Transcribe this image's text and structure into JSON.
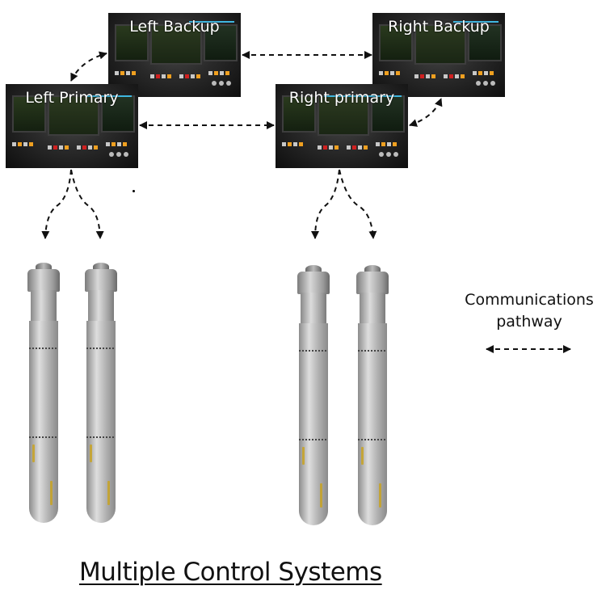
{
  "diagram": {
    "title": "Multiple Control Systems",
    "control_panels": [
      {
        "id": "left-backup",
        "label": "Left Backup"
      },
      {
        "id": "left-primary",
        "label": "Left Primary"
      },
      {
        "id": "right-backup",
        "label": "Right Backup"
      },
      {
        "id": "right-primary",
        "label": "Right primary"
      }
    ],
    "connections": [
      {
        "from": "left-backup",
        "to": "right-backup",
        "style": "dashed",
        "bidirectional": true
      },
      {
        "from": "left-primary",
        "to": "right-primary",
        "style": "dashed",
        "bidirectional": true
      },
      {
        "from": "left-backup",
        "to": "left-primary",
        "style": "dashed",
        "bidirectional": true
      },
      {
        "from": "right-backup",
        "to": "right-primary",
        "style": "dashed",
        "bidirectional": true
      },
      {
        "from": "left-primary",
        "to": "torpedo-1",
        "style": "dashed",
        "bidirectional": false
      },
      {
        "from": "left-primary",
        "to": "torpedo-2",
        "style": "dashed",
        "bidirectional": false
      },
      {
        "from": "right-primary",
        "to": "torpedo-3",
        "style": "dashed",
        "bidirectional": false
      },
      {
        "from": "right-primary",
        "to": "torpedo-4",
        "style": "dashed",
        "bidirectional": false
      }
    ],
    "torpedoes": [
      "torpedo-1",
      "torpedo-2",
      "torpedo-3",
      "torpedo-4"
    ],
    "legend": {
      "line1": "Communications",
      "line2": "pathway",
      "symbol": "dashed-double-arrow"
    }
  }
}
